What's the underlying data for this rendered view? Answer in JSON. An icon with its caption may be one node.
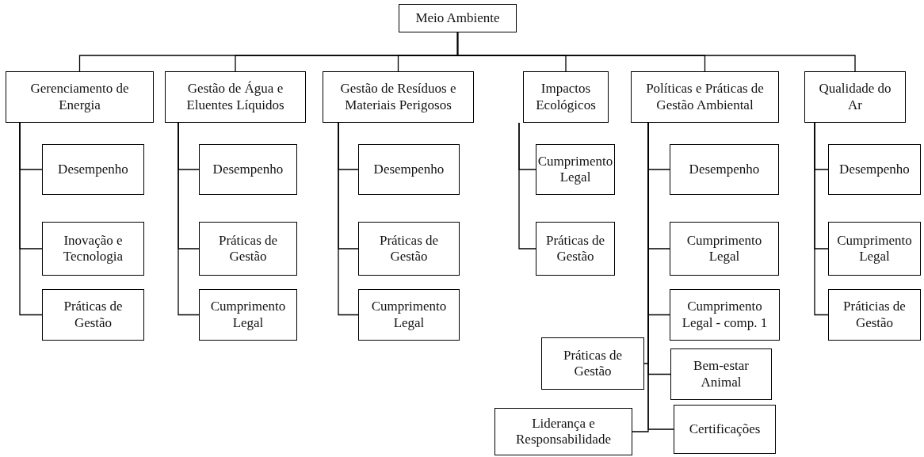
{
  "diagram": {
    "nodes": [
      {
        "text": [
          "Meio Ambiente"
        ]
      },
      {
        "text": [
          "Gerenciamento de Energia"
        ]
      },
      {
        "text": [
          "Desempenho"
        ]
      },
      {
        "text": [
          "Inovação e Tecnologia"
        ]
      },
      {
        "text": [
          "Práticas de Gestão"
        ]
      },
      {
        "text": [
          "Gestão de Água e Eluentes Líquidos"
        ]
      },
      {
        "text": [
          "Desempenho"
        ]
      },
      {
        "text": [
          "Práticas de Gestão"
        ]
      },
      {
        "text": [
          "Cumprimento Legal"
        ]
      },
      {
        "text": [
          "Gestão de Resíduos e Materiais Perigosos"
        ]
      },
      {
        "text": [
          "Desempenho"
        ]
      },
      {
        "text": [
          "Práticas de Gestão"
        ]
      },
      {
        "text": [
          "Cumprimento Legal"
        ]
      },
      {
        "text": [
          "Impactos Ecológicos"
        ]
      },
      {
        "text": [
          "Cumprimento Legal"
        ]
      },
      {
        "text": [
          "Práticas de Gestão"
        ]
      },
      {
        "text": [
          "Políticas e Práticas de Gestão Ambiental"
        ]
      },
      {
        "text": [
          "Desempenho"
        ]
      },
      {
        "text": [
          "Cumprimento Legal"
        ]
      },
      {
        "text": [
          "Cumprimento Legal - comp. 1"
        ]
      },
      {
        "text": [
          "Práticas de Gestão"
        ]
      },
      {
        "text": [
          "Bem-estar Animal"
        ]
      },
      {
        "text": [
          "Liderança e Responsabilidade"
        ]
      },
      {
        "text": [
          "Certificações"
        ]
      },
      {
        "text": [
          "Qualidade do Ar"
        ]
      },
      {
        "text": [
          "Desempenho"
        ]
      },
      {
        "text": [
          "Cumprimento Legal"
        ]
      },
      {
        "text": [
          "Práticias de Gestão"
        ]
      }
    ],
    "edges": [
      {
        "from": 0,
        "to": 1,
        "arrow": "none"
      },
      {
        "from": 0,
        "to": 5,
        "arrow": "none"
      },
      {
        "from": 0,
        "to": 9,
        "arrow": "none"
      },
      {
        "from": 0,
        "to": 13,
        "arrow": "none"
      },
      {
        "from": 0,
        "to": 16,
        "arrow": "none"
      },
      {
        "from": 0,
        "to": 24,
        "arrow": "none"
      },
      {
        "from": 1,
        "to": 2,
        "arrow": "none"
      },
      {
        "from": 1,
        "to": 3,
        "arrow": "none"
      },
      {
        "from": 1,
        "to": 4,
        "arrow": "none"
      },
      {
        "from": 5,
        "to": 6,
        "arrow": "none"
      },
      {
        "from": 5,
        "to": 7,
        "arrow": "none"
      },
      {
        "from": 5,
        "to": 8,
        "arrow": "none"
      },
      {
        "from": 9,
        "to": 10,
        "arrow": "none"
      },
      {
        "from": 9,
        "to": 11,
        "arrow": "none"
      },
      {
        "from": 9,
        "to": 12,
        "arrow": "none"
      },
      {
        "from": 13,
        "to": 14,
        "arrow": "none"
      },
      {
        "from": 13,
        "to": 15,
        "arrow": "none"
      },
      {
        "from": 16,
        "to": 17,
        "arrow": "none"
      },
      {
        "from": 16,
        "to": 18,
        "arrow": "none"
      },
      {
        "from": 16,
        "to": 19,
        "arrow": "none"
      },
      {
        "from": 16,
        "to": 20,
        "arrow": "none"
      },
      {
        "from": 16,
        "to": 21,
        "arrow": "none"
      },
      {
        "from": 16,
        "to": 22,
        "arrow": "none"
      },
      {
        "from": 16,
        "to": 23,
        "arrow": "none"
      },
      {
        "from": 24,
        "to": 25,
        "arrow": "none"
      },
      {
        "from": 24,
        "to": 26,
        "arrow": "none"
      },
      {
        "from": 24,
        "to": 27,
        "arrow": "none"
      }
    ]
  }
}
